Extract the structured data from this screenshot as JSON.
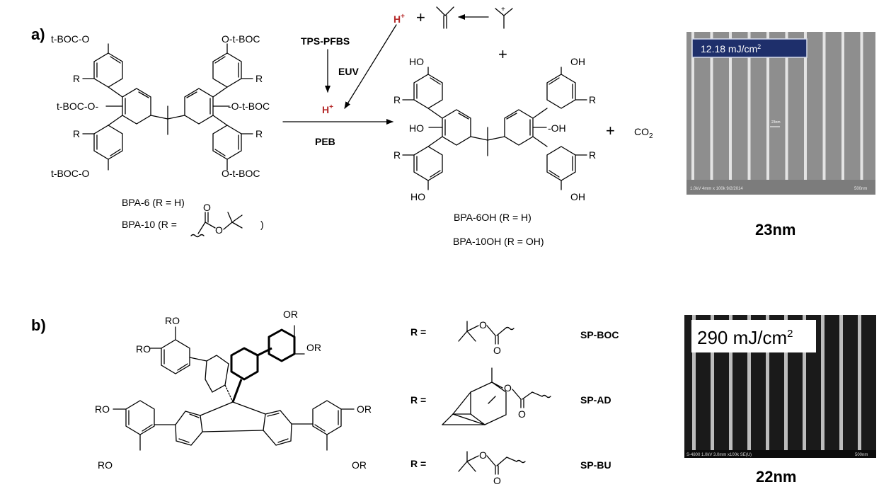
{
  "panel_a": {
    "label": "a)",
    "reactant": {
      "substituents": [
        "t-BOC-O",
        "t-BOC-O-",
        "t-BOC-O",
        "O-t-BOC",
        "-O-t-BOC",
        "O-t-BOC",
        "R",
        "R",
        "R",
        "R"
      ],
      "name_1": "BPA-6  (R = H)",
      "name_2_prefix": "BPA-10 (R =",
      "name_2_suffix": ")",
      "ester_o1": "O",
      "ester_o2": "O"
    },
    "acid": "H",
    "acid_sup": "+",
    "plus_sign": "+",
    "reagent": "TPS-PFBS",
    "light": "EUV",
    "peb": "PEB",
    "product": {
      "substituents": [
        "HO",
        "R",
        "HO",
        "R",
        "HO",
        "OH",
        "R",
        "-OH",
        "R",
        "OH"
      ],
      "name_1": "BPA-6OH (R = H)",
      "name_2": "BPA-10OH (R = OH)"
    },
    "co2": "CO",
    "co2_sub": "2",
    "sem": {
      "dose": "12.18 mJ/cm",
      "dose_sup": "2",
      "footer": "1.0kV  4mm x 100k 9/2/2014",
      "scale": "500nm",
      "measure": "23nm"
    },
    "resolution": "23nm"
  },
  "panel_b": {
    "label": "b)",
    "core_groups": [
      "RO",
      "RO",
      "OR",
      "OR",
      "RO",
      "RO",
      "OR",
      "OR"
    ],
    "r_label": "R =",
    "o": "O",
    "groups": [
      "SP-BOC",
      "SP-AD",
      "SP-BU"
    ],
    "sem": {
      "dose": "290 mJ/cm",
      "dose_sup": "2",
      "footer": "S-4800 1.0kV 3.0mm x100k SE(U)",
      "scale": "500nm"
    },
    "resolution": "22nm"
  }
}
